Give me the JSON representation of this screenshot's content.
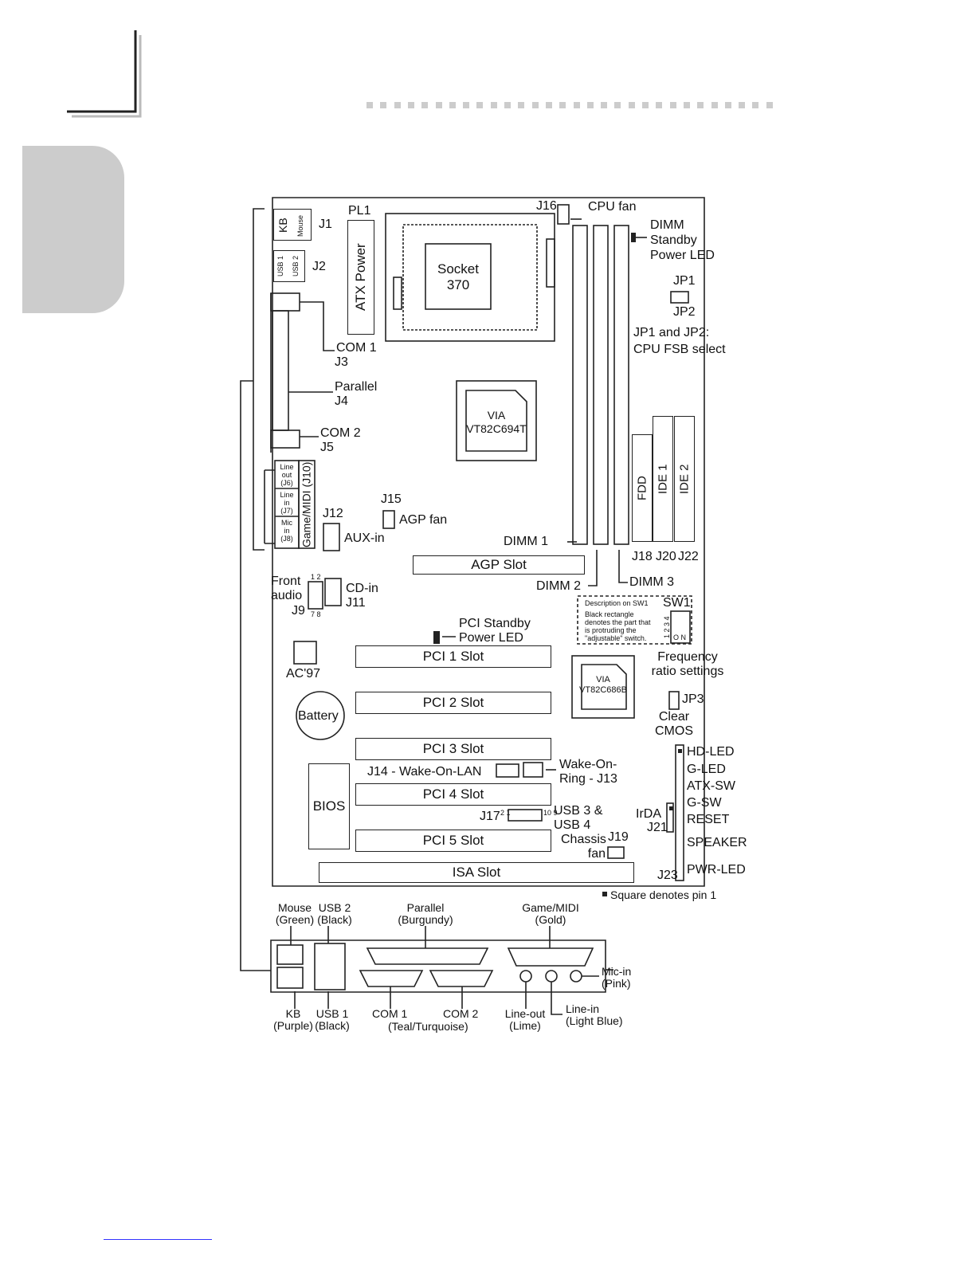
{
  "board": {
    "pl1": "PL1",
    "atx_power": "ATX Power",
    "socket_line1": "Socket",
    "socket_line2": "370",
    "j16": "J16",
    "cpu_fan": "CPU fan",
    "dimm_standby_1": "DIMM",
    "dimm_standby_2": "Standby",
    "dimm_standby_3": "Power LED",
    "jp1": "JP1",
    "jp2": "JP2",
    "jp_desc_1": "JP1 and JP2:",
    "jp_desc_2": "CPU FSB select",
    "kb": "KB",
    "mouse": "Mouse",
    "j1": "J1",
    "usb1": "USB 1",
    "usb2": "USB 2",
    "j2": "J2",
    "com1": "COM 1",
    "j3": "J3",
    "parallel": "Parallel",
    "j4": "J4",
    "com2": "COM 2",
    "j5": "J5",
    "north_chip_1": "VIA",
    "north_chip_2": "VT82C694T",
    "fdd": "FDD",
    "ide1": "IDE 1",
    "ide2": "IDE 2",
    "j18": "J18",
    "j20": "J20",
    "j22": "J22",
    "line_out_1": "Line",
    "line_out_2": "out",
    "line_out_3": "(J6)",
    "line_in_1": "Line",
    "line_in_2": "in",
    "line_in_3": "(J7)",
    "mic_in_1": "Mic",
    "mic_in_2": "in",
    "mic_in_3": "(J8)",
    "game_midi_j10": "Game/MIDI (J10)",
    "j12": "J12",
    "aux_in": "AUX-in",
    "j15": "J15",
    "agp_fan": "AGP fan",
    "dimm1": "DIMM 1",
    "dimm2": "DIMM 2",
    "dimm3": "DIMM 3",
    "agp_slot": "AGP Slot",
    "front_audio_1": "Front",
    "front_audio_2": "audio",
    "j9": "J9",
    "pins_12": "1 2",
    "pins_78": "7 8",
    "cd_in": "CD-in",
    "j11": "J11",
    "sw1_desc_title": "Description on SW1",
    "sw1_desc_1": "Black rectangle",
    "sw1_desc_2": "denotes the part that",
    "sw1_desc_3": "is protruding the",
    "sw1_desc_4": "\"adjustable\" switch.",
    "sw1": "SW1",
    "sw1_nums": "1 2 3 4",
    "sw1_on": "O N",
    "pci_standby_1": "PCI Standby",
    "pci_standby_2": "Power LED",
    "pci1": "PCI 1 Slot",
    "pci2": "PCI 2 Slot",
    "pci3": "PCI 3 Slot",
    "pci4": "PCI 4 Slot",
    "pci5": "PCI 5 Slot",
    "isa": "ISA Slot",
    "ac97": "AC'97",
    "battery": "Battery",
    "freq_1": "Frequency",
    "freq_2": "ratio settings",
    "south_chip_1": "VIA",
    "south_chip_2": "VT82C686B",
    "jp3": "JP3",
    "clear_1": "Clear",
    "clear_2": "CMOS",
    "j14_wol": "J14 - Wake-On-LAN",
    "wor_1": "Wake-On-",
    "wor_2": "Ring - J13",
    "bios": "BIOS",
    "j17": "J17",
    "j17_pins_left": "2 1",
    "j17_pins_right": "10 9",
    "usb34_1": "USB 3 &",
    "usb34_2": "USB 4",
    "chassis_1": "Chassis",
    "chassis_2": "fan",
    "j19": "J19",
    "irda": "IrDA",
    "j21": "J21",
    "hd_led": "HD-LED",
    "g_led": "G-LED",
    "atx_sw": "ATX-SW",
    "g_sw": "G-SW",
    "reset": "RESET",
    "speaker": "SPEAKER",
    "pwr_led": "PWR-LED",
    "j23": "J23",
    "pin_note": "Square denotes pin 1"
  },
  "io_panel": {
    "mouse_1": "Mouse",
    "mouse_2": "(Green)",
    "usb2_1": "USB 2",
    "usb2_2": "(Black)",
    "parallel_1": "Parallel",
    "parallel_2": "(Burgundy)",
    "game_1": "Game/MIDI",
    "game_2": "(Gold)",
    "mic_1": "Mic-in",
    "mic_2": "(Pink)",
    "kb_1": "KB",
    "kb_2": "(Purple)",
    "usb1_1": "USB 1",
    "usb1_2": "(Black)",
    "com1": "COM 1",
    "com2": "COM 2",
    "com_color": "(Teal/Turquoise)",
    "lineout_1": "Line-out",
    "lineout_2": "(Lime)",
    "linein_1": "Line-in",
    "linein_2": "(Light Blue)"
  },
  "colors": {
    "ink": "#222222",
    "tab_gray": "#cccccc"
  }
}
